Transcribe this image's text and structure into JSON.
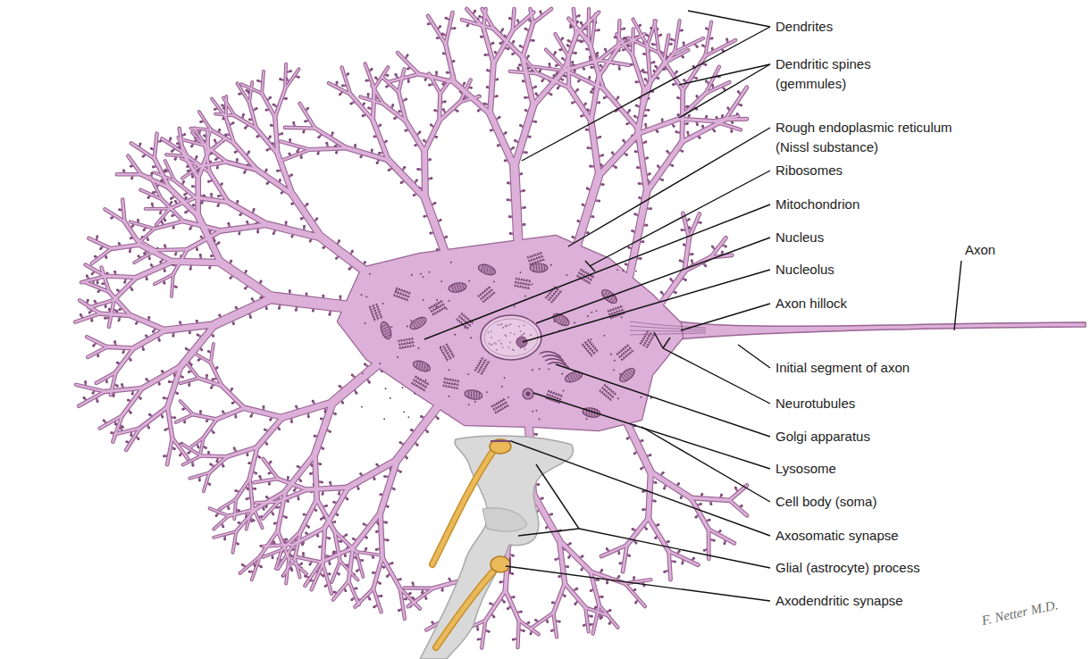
{
  "diagram": {
    "labels": [
      "Dendrites",
      "Dendritic spines (gemmules)",
      "Rough endoplasmic reticulum (Nissl substance)",
      "Ribosomes",
      "Mitochondrion",
      "Nucleus",
      "Nucleolus",
      "Axon hillock",
      "Axon",
      "Initial segment of axon",
      "Neurotubules",
      "Golgi apparatus",
      "Lysosome",
      "Cell body (soma)",
      "Axosomatic synapse",
      "Glial (astrocyte) process",
      "Axodendritic synapse",
      "F. Netter M.D."
    ]
  }
}
